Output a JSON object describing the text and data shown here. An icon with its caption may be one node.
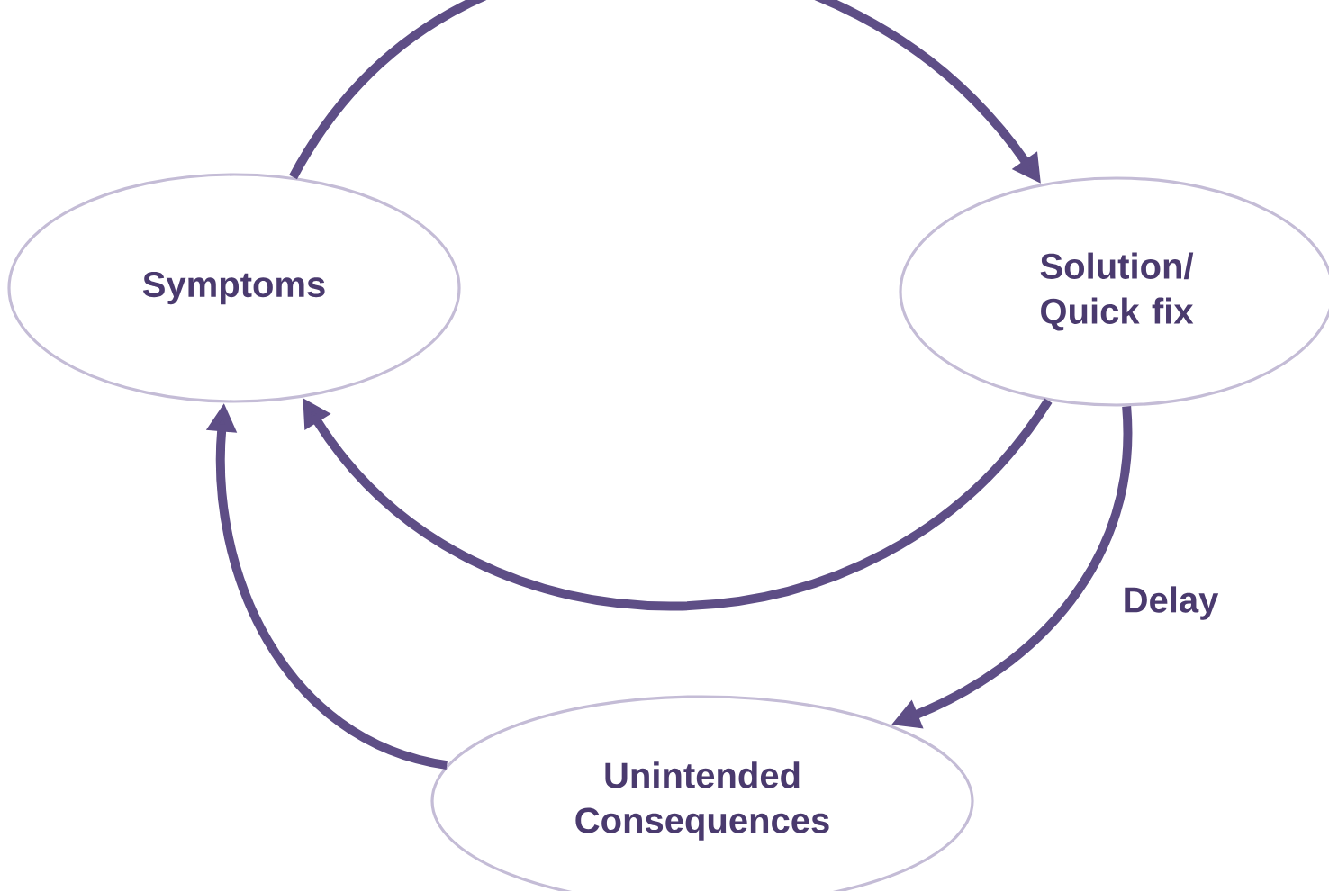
{
  "diagram": {
    "nodes": [
      {
        "text": [
          "Symptoms"
        ]
      },
      {
        "text": [
          "Solution/ Quick fix"
        ]
      },
      {
        "text": [
          "Unintended Consequences"
        ]
      }
    ],
    "edges": [
      {
        "from": 0,
        "to": 1,
        "arrow": "to"
      },
      {
        "from": 1,
        "to": 0,
        "arrow": "to"
      },
      {
        "from": 1,
        "to": 2,
        "arrow": "to",
        "label": "Delay"
      },
      {
        "from": 2,
        "to": 0,
        "arrow": "to"
      }
    ]
  }
}
